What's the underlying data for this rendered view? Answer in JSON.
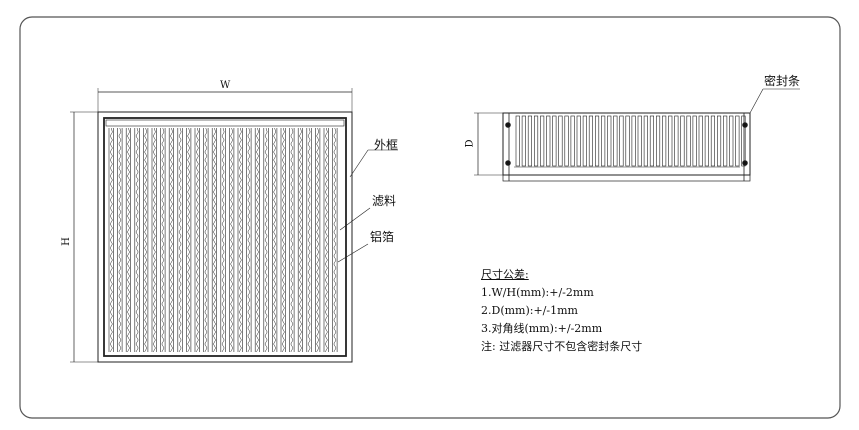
{
  "front_view": {
    "width_label": "W",
    "height_label": "H",
    "callouts": [
      "外框",
      "滤料",
      "铝箔"
    ]
  },
  "side_view": {
    "depth_label": "D",
    "callout": "密封条"
  },
  "notes": {
    "title": "尺寸公差:",
    "lines": [
      "1.W/H(mm):+/-2mm",
      "2.D(mm):+/-1mm",
      "3.对角线(mm):+/-2mm",
      "注: 过滤器尺寸不包含密封条尺寸"
    ]
  }
}
